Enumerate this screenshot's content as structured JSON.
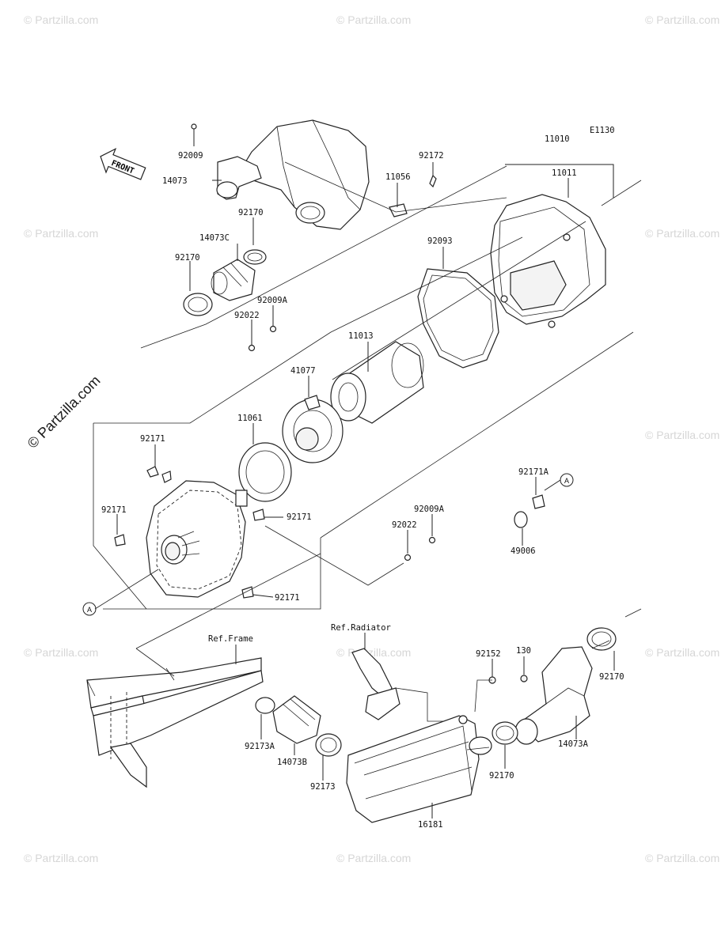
{
  "diagram_code": "E1130",
  "front_marker": "FRONT",
  "watermark": "© Partzilla.com",
  "refs": {
    "frame": "Ref.Frame",
    "radiator": "Ref.Radiator"
  },
  "callout": "A",
  "parts": {
    "p92009_top": "92009",
    "p14073": "14073",
    "p92172": "92172",
    "p11056": "11056",
    "p11010": "11010",
    "p11011": "11011",
    "p92170_a": "92170",
    "p14073C": "14073C",
    "p92170_b": "92170",
    "p92093": "92093",
    "p92009A_a": "92009A",
    "p92022_a": "92022",
    "p11013": "11013",
    "p41077": "41077",
    "p11061": "11061",
    "p92171_a": "92171",
    "p92171_b": "92171",
    "p92171_c": "92171",
    "p92171_d": "92171",
    "p92171A": "92171A",
    "p49006": "49006",
    "p92009A_b": "92009A",
    "p92022_b": "92022",
    "p92152": "92152",
    "p130": "130",
    "p92170_c": "92170",
    "p92170_d": "92170",
    "p14073A": "14073A",
    "p92173A": "92173A",
    "p14073B": "14073B",
    "p92173": "92173",
    "p16181": "16181"
  }
}
